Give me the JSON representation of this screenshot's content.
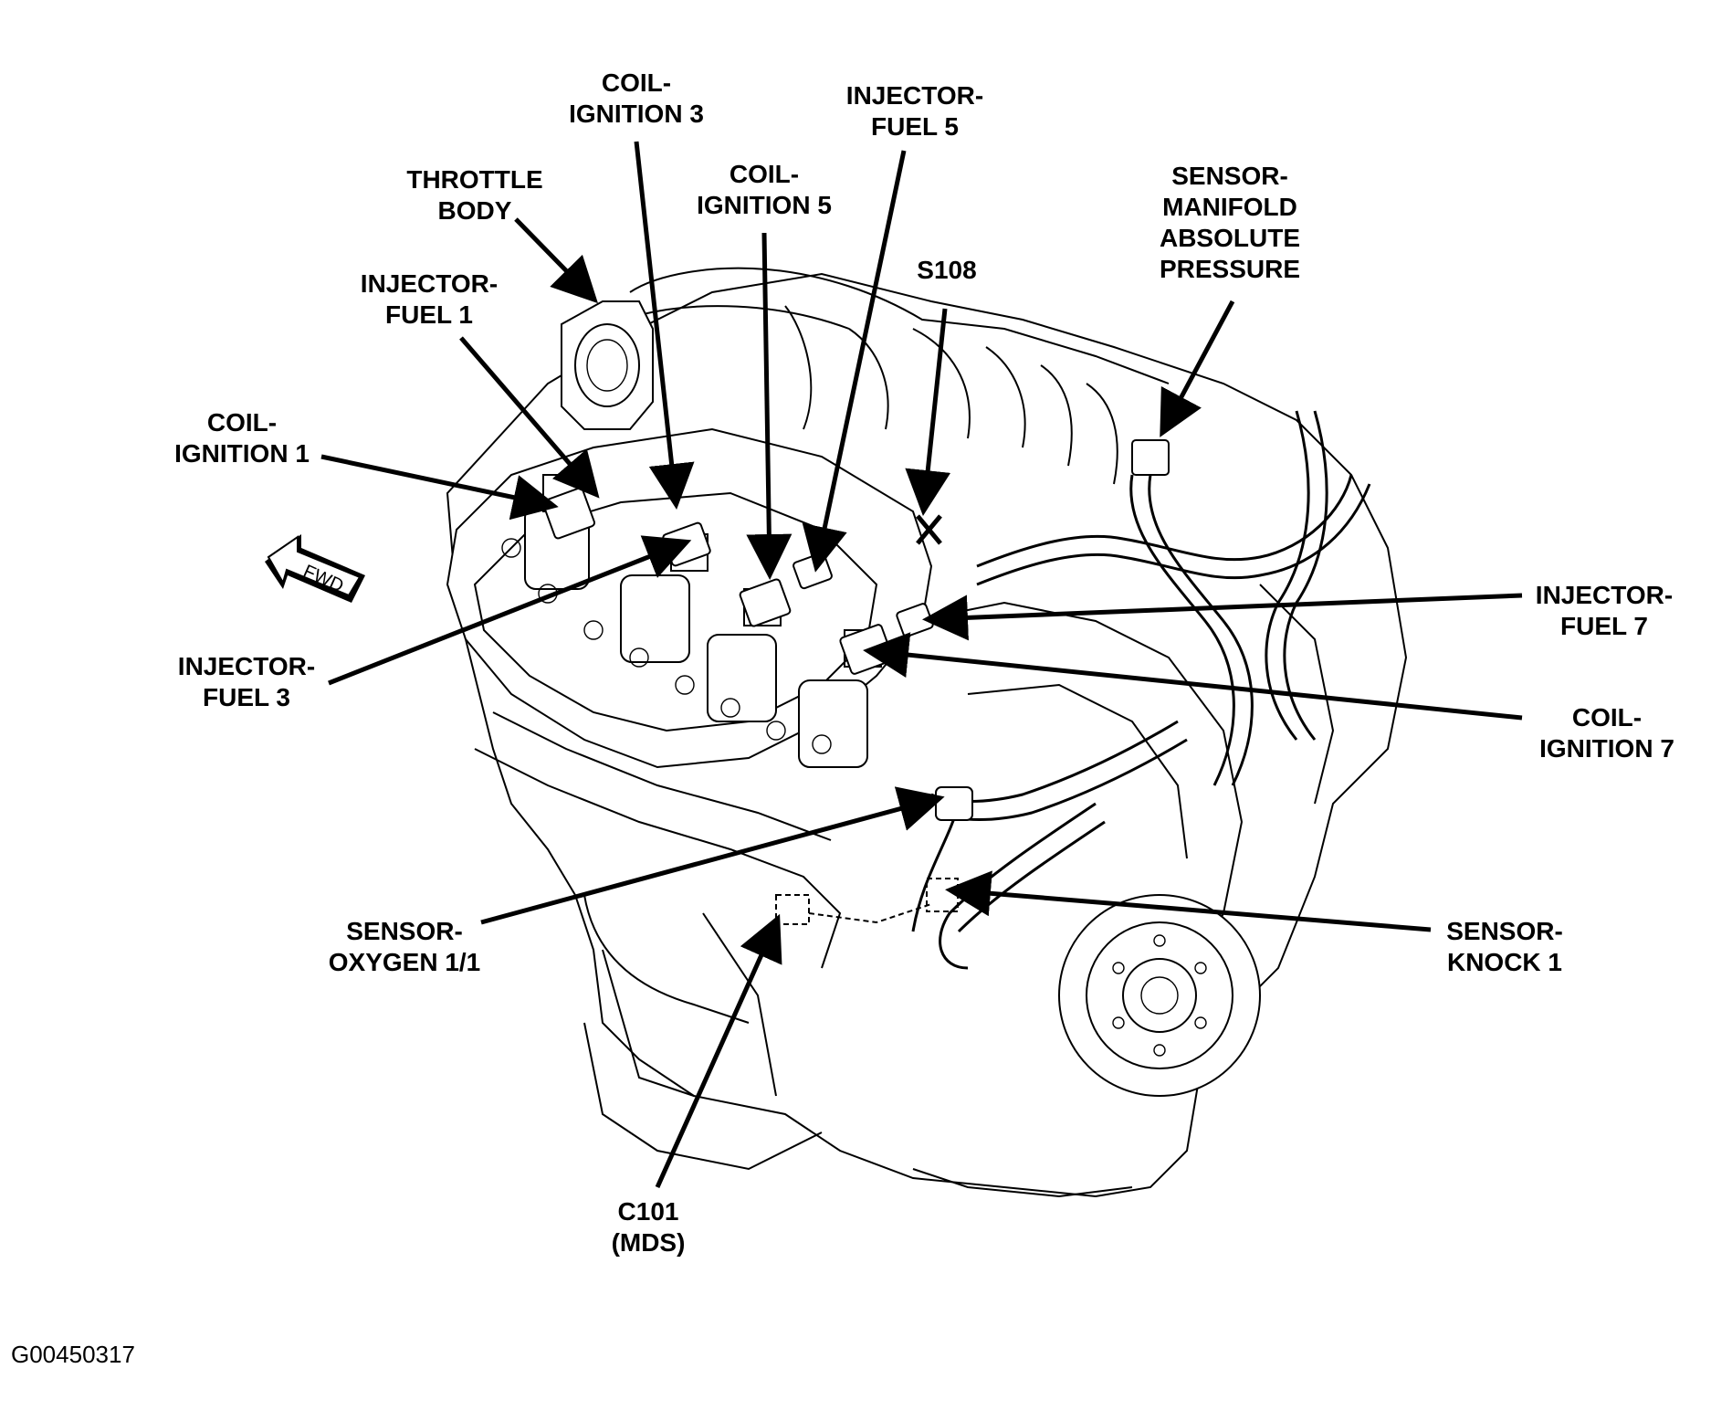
{
  "figure_id": "G00450317",
  "fwd_label": "FWD",
  "callouts": {
    "coil_ignition_3": [
      "COIL-",
      "IGNITION 3"
    ],
    "injector_fuel_5": [
      "INJECTOR-",
      "FUEL 5"
    ],
    "throttle_body": [
      "THROTTLE",
      "BODY"
    ],
    "coil_ignition_5": [
      "COIL-",
      "IGNITION 5"
    ],
    "sensor_map": [
      "SENSOR-",
      "MANIFOLD",
      "ABSOLUTE",
      "PRESSURE"
    ],
    "injector_fuel_1": [
      "INJECTOR-",
      "FUEL 1"
    ],
    "s108": [
      "S108"
    ],
    "coil_ignition_1": [
      "COIL-",
      "IGNITION 1"
    ],
    "injector_fuel_3": [
      "INJECTOR-",
      "FUEL 3"
    ],
    "injector_fuel_7": [
      "INJECTOR-",
      "FUEL 7"
    ],
    "coil_ignition_7": [
      "COIL-",
      "IGNITION 7"
    ],
    "sensor_oxygen_1_1": [
      "SENSOR-",
      "OXYGEN 1/1"
    ],
    "sensor_knock_1": [
      "SENSOR-",
      "KNOCK 1"
    ],
    "c101_mds": [
      "C101",
      "(MDS)"
    ]
  }
}
